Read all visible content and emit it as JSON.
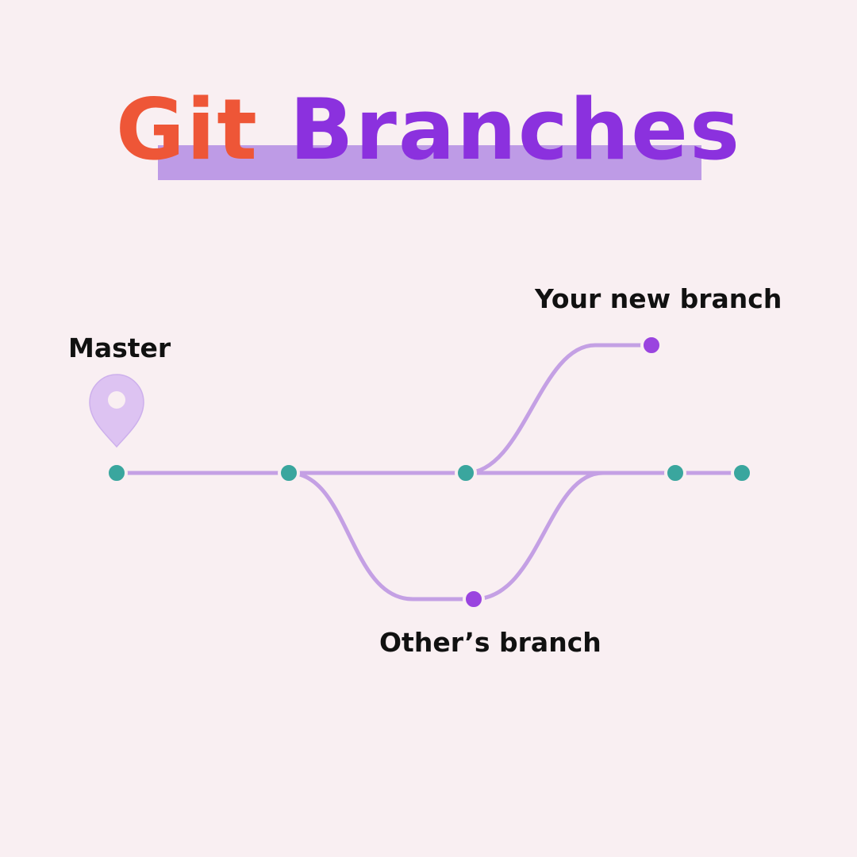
{
  "title": {
    "word_1": "Git",
    "word_2": "Branches"
  },
  "labels": {
    "master": "Master",
    "new_branch": "Your new branch",
    "others_branch": "Other’s branch"
  },
  "colors": {
    "background": "#f9eff2",
    "title_word_1": "#ee5637",
    "title_word_2": "#8b31de",
    "title_highlight": "#be9be6",
    "branch_line": "#c4a0e4",
    "main_commit": "#3aa69e",
    "branch_commit": "#9a44df",
    "pin": "#ddc3f2"
  },
  "icons": {
    "master_marker": "map-pin-icon"
  },
  "commits": {
    "master": 5,
    "new_branch": 1,
    "others_branch": 1
  }
}
